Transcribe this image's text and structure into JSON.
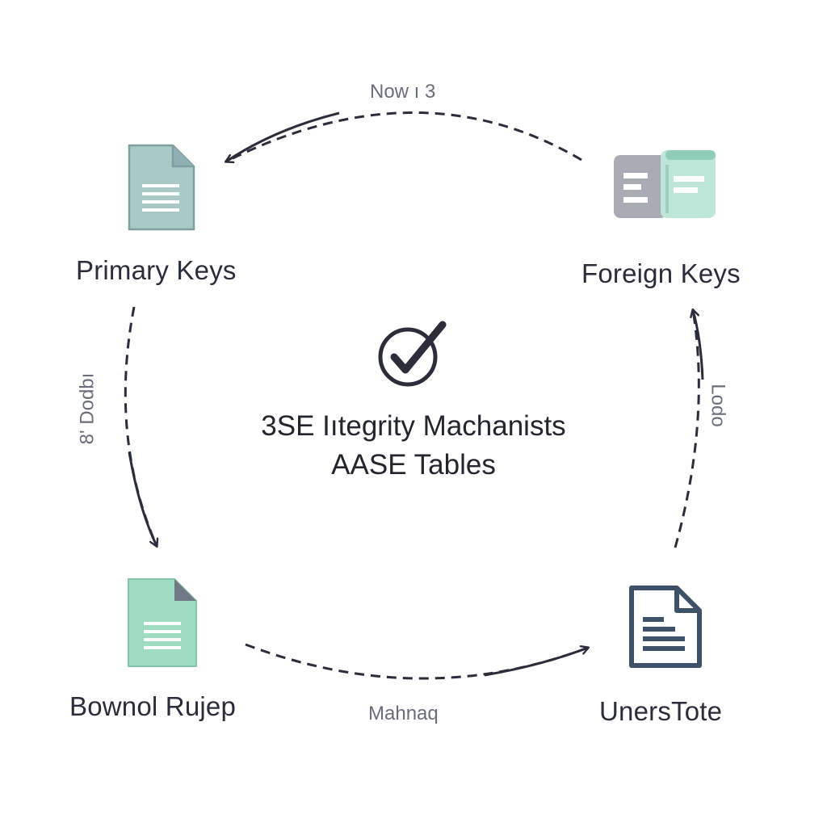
{
  "nodes": {
    "top_left": {
      "label": "Primary Keys",
      "icon": "document-icon",
      "color": "#a9c9c6"
    },
    "top_right": {
      "label": "Foreign Keys",
      "icon": "table-panel-icon",
      "color": "#bde6d9"
    },
    "bottom_left": {
      "label": "Bownol Rujep",
      "icon": "document-icon",
      "color": "#9edcc2"
    },
    "bottom_right": {
      "label": "UnersTote",
      "icon": "document-outline-icon",
      "color": "#3e5167"
    }
  },
  "edges": {
    "top": "Now ı 3",
    "left": "8' Dodbı",
    "right": "Lodo",
    "bottom": "Mahnaq"
  },
  "center": {
    "icon": "checkmark-circle-icon",
    "line1": "3SE Iıtegrity Machanists",
    "line2": "AASE Tables"
  }
}
